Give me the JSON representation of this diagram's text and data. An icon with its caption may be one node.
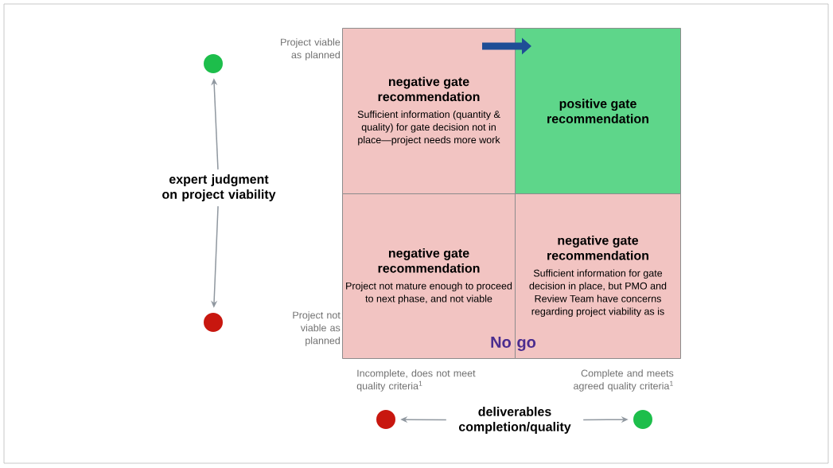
{
  "diagram": {
    "nodes": [
      {
        "text": [
          "negative gate recommendation",
          "Sufficient information (quantity & quality) for gate decision not in place—project needs more work"
        ]
      },
      {
        "text": [
          "positive gate recommendation"
        ]
      },
      {
        "text": [
          "negative gate recommendation",
          "Project not mature enough to proceed to next phase, and not viable"
        ]
      },
      {
        "text": [
          "negative gate recommendation",
          "Sufficient information for gate decision in place, but PMO and Review Team have concerns regarding project viability as is"
        ]
      },
      {
        "text": [],
        "shape": "circle"
      },
      {
        "text": [],
        "shape": "circle"
      },
      {
        "text": [],
        "shape": "circle"
      },
      {
        "text": [],
        "shape": "circle"
      },
      {
        "text": [
          "expert judgment on project viability"
        ]
      },
      {
        "text": [
          "deliverables completion/quality"
        ]
      }
    ],
    "edges": [
      {
        "from": 0,
        "to": 1,
        "arrow": "to",
        "style": "thick",
        "color": "#1f4e96"
      },
      {
        "from": 8,
        "to": 4,
        "arrow": "to"
      },
      {
        "from": 8,
        "to": 5,
        "arrow": "to"
      },
      {
        "from": 9,
        "to": 6,
        "arrow": "to"
      },
      {
        "from": 9,
        "to": 7,
        "arrow": "to"
      }
    ],
    "labels": [
      "Project viable as planned",
      "Project not viable as planned",
      "No go",
      "Incomplete, does not meet quality criteria$^{1}$",
      "Complete and meets agreed quality criteria$^{1}$"
    ]
  }
}
